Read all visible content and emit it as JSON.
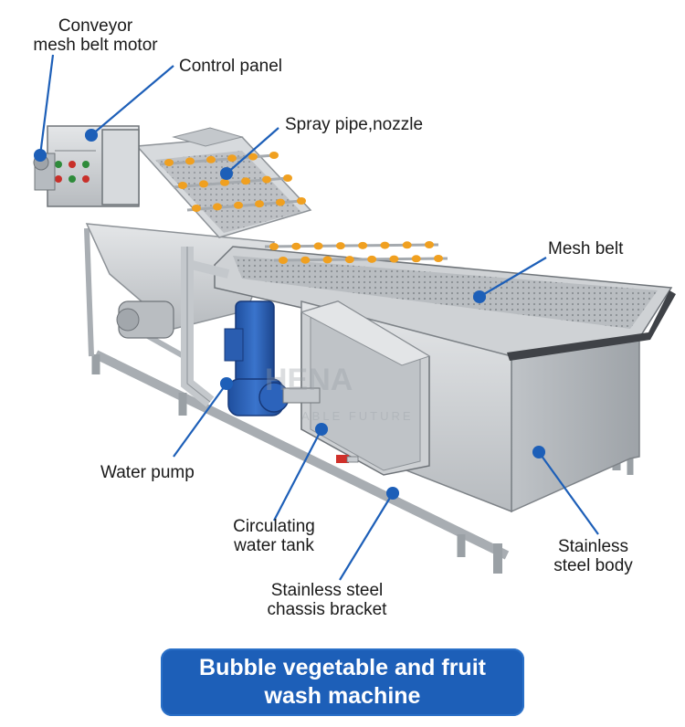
{
  "labels": {
    "motor": [
      "Conveyor",
      "mesh belt motor"
    ],
    "control_panel": "Control panel",
    "spray": "Spray pipe,nozzle",
    "mesh_belt": "Mesh belt",
    "water_pump": "Water pump",
    "tank": [
      "Circulating",
      "water tank"
    ],
    "chassis": [
      "Stainless steel",
      "chassis bracket"
    ],
    "body": [
      "Stainless",
      "steel body"
    ]
  },
  "watermark": {
    "logo": "HENA",
    "tagline": "ABLE FUTURE"
  },
  "title": [
    "Bubble vegetable and fruit",
    "wash machine"
  ],
  "colors": {
    "leader_line": "#1d5fb8",
    "title_bg": "#1d5fb8",
    "pump": "#2f62b8",
    "nozzle": "#f0a020",
    "steel": "#c9cccf"
  }
}
